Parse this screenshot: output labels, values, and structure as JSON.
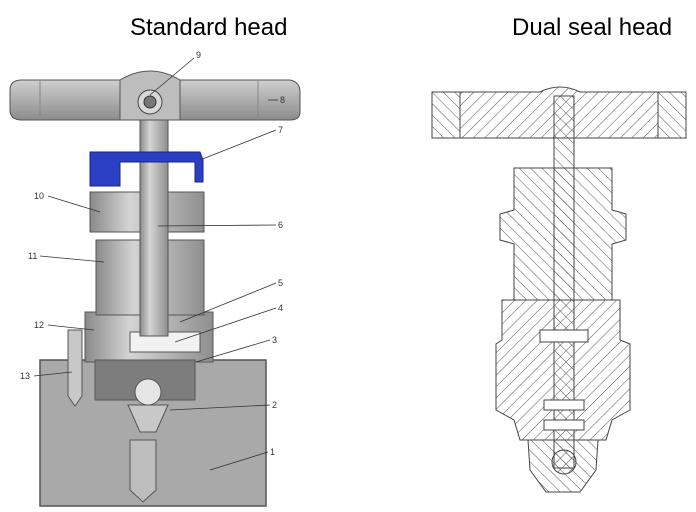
{
  "titles": {
    "left": "Standard head",
    "right": "Dual seal head"
  },
  "callouts": [
    "1",
    "2",
    "3",
    "4",
    "5",
    "6",
    "7",
    "8",
    "9",
    "10",
    "11",
    "12",
    "13"
  ],
  "colors": {
    "steel_light": "#bdbdbd",
    "steel_mid": "#9e9e9e",
    "steel_dark": "#6e6e6e",
    "cap_blue": "#2b3fc4",
    "outline": "#444444",
    "hatch": "#555555"
  }
}
